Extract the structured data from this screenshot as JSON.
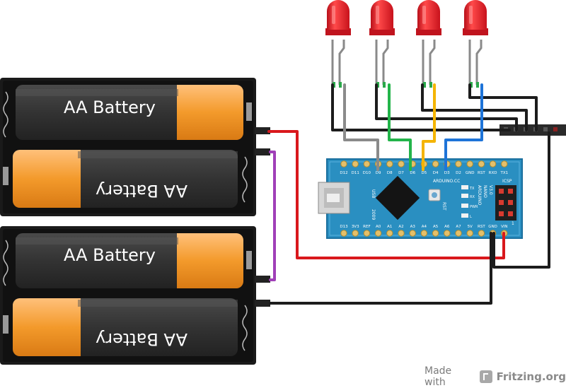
{
  "batteries": {
    "label": "AA Battery"
  },
  "board": {
    "top_pins": [
      "D12",
      "D11",
      "D10",
      "D9",
      "D8",
      "D7",
      "D6",
      "D5",
      "D4",
      "D3",
      "D2",
      "GND",
      "RST",
      "RXD",
      "TX1"
    ],
    "bottom_pins": [
      "D13",
      "3V3",
      "REF",
      "A0",
      "A1",
      "A2",
      "A3",
      "A4",
      "A5",
      "A6",
      "A7",
      "5V",
      "RST",
      "GND",
      "VIN"
    ],
    "usb_label": "USB",
    "year": "2009",
    "brand": "ARDUINO.CC",
    "model_line1": "ARDUINO",
    "model_line2": "NANO",
    "version": "V3.0",
    "rst_label": "RST",
    "icsp_label": "ICSP",
    "led_tx": "TX",
    "led_rx": "RX",
    "led_pwr": "PWR",
    "led_l": "L",
    "icsp_num": "1"
  },
  "footer": {
    "made_with": "Made with",
    "brand": "Fritzing.org"
  },
  "colors": {
    "led_red": "#e8202a",
    "battery_orange": "#f39a2b",
    "battery_dark": "#2b2b2b",
    "board_blue": "#2a8fc1",
    "wire_red": "#d9181c",
    "wire_black": "#1c1c1c",
    "wire_purple": "#a040b8",
    "wire_gray": "#8a8a8a",
    "wire_green": "#23b44a",
    "wire_yellow": "#f4b400",
    "wire_blue": "#1e74d8"
  },
  "icons": {
    "logo": "fritzing-logo-icon",
    "chip": "microcontroller-chip-icon",
    "usb": "usb-connector-icon"
  }
}
